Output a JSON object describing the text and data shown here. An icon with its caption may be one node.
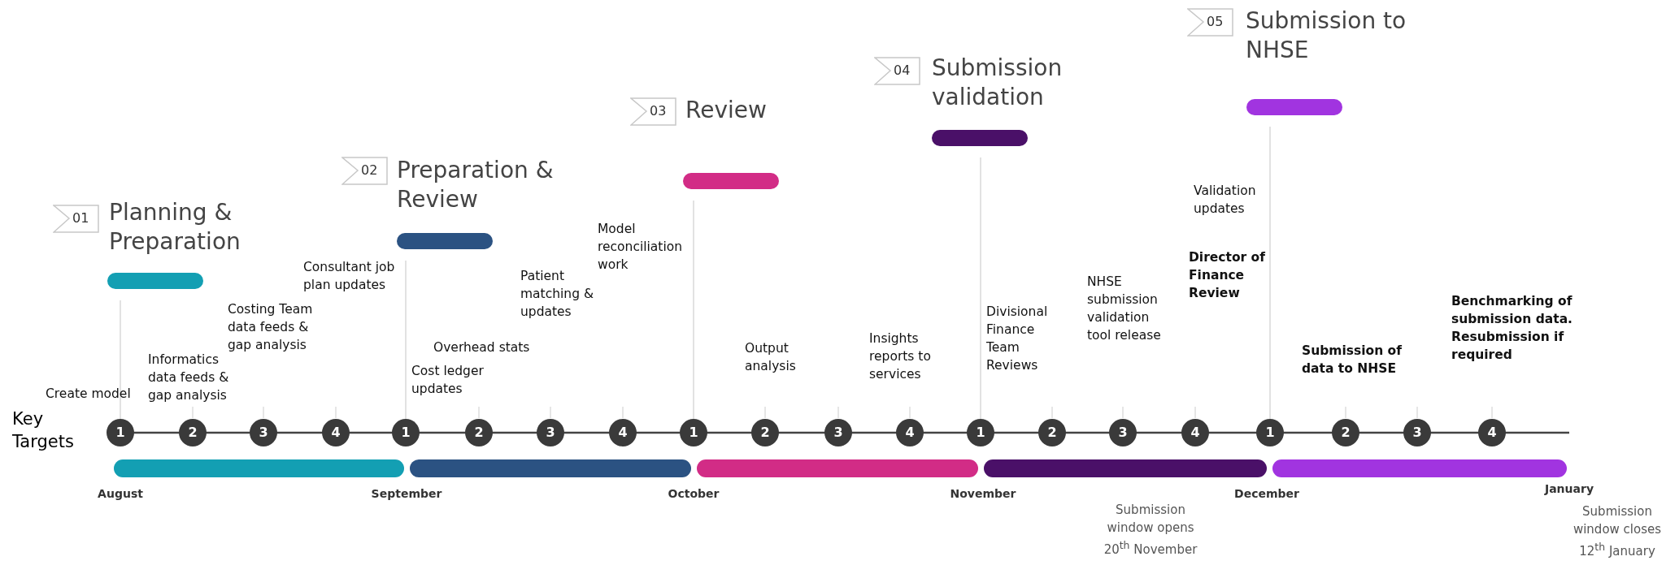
{
  "diagram": {
    "nodes": [
      {
        "text": [
          "01",
          "Planning & Preparation"
        ]
      },
      {
        "text": [
          "02",
          "Preparation & Review"
        ]
      },
      {
        "text": [
          "03",
          "Review"
        ]
      },
      {
        "text": [
          "04",
          "Submission validation"
        ]
      },
      {
        "text": [
          "05",
          "Submission to NHSE"
        ]
      },
      {
        "text": [
          "1"
        ]
      },
      {
        "text": [
          "2"
        ]
      },
      {
        "text": [
          "3"
        ]
      },
      {
        "text": [
          "4"
        ]
      },
      {
        "text": [
          "1"
        ]
      },
      {
        "text": [
          "2"
        ]
      },
      {
        "text": [
          "3"
        ]
      },
      {
        "text": [
          "4"
        ]
      },
      {
        "text": [
          "1"
        ]
      },
      {
        "text": [
          "2"
        ]
      },
      {
        "text": [
          "3"
        ]
      },
      {
        "text": [
          "4"
        ]
      },
      {
        "text": [
          "1"
        ]
      },
      {
        "text": [
          "2"
        ]
      },
      {
        "text": [
          "3"
        ]
      },
      {
        "text": [
          "4"
        ]
      },
      {
        "text": [
          "1"
        ]
      },
      {
        "text": [
          "2"
        ]
      },
      {
        "text": [
          "3"
        ]
      },
      {
        "text": [
          "4"
        ]
      },
      {
        "text": [],
        "shape": "bar"
      },
      {
        "text": [],
        "shape": "bar"
      },
      {
        "text": [],
        "shape": "bar"
      },
      {
        "text": [],
        "shape": "bar"
      },
      {
        "text": [],
        "shape": "bar"
      },
      {
        "text": [],
        "shape": "bar"
      },
      {
        "text": [],
        "shape": "bar"
      },
      {
        "text": [],
        "shape": "bar"
      },
      {
        "text": [],
        "shape": "bar"
      },
      {
        "text": [],
        "shape": "bar"
      }
    ],
    "edges": [
      {
        "from": 25,
        "to": 5,
        "arrow": "none"
      },
      {
        "from": 26,
        "to": 9,
        "arrow": "none"
      },
      {
        "from": 27,
        "to": 13,
        "arrow": "none"
      },
      {
        "from": 28,
        "to": 17,
        "arrow": "none"
      },
      {
        "from": 29,
        "to": 21,
        "arrow": "none"
      }
    ],
    "labels": [
      "Key Targets",
      "Create model",
      "Informatics data feeds & gap analysis",
      "Costing Team data feeds & gap analysis",
      "Consultant job plan updates",
      "Cost ledger updates",
      "Overhead stats",
      "Patient matching & updates",
      "Model reconciliation work",
      "Output analysis",
      "Insights reports to services",
      "Divisional Finance Team Reviews",
      "NHSE submission validation tool release",
      "Validation updates",
      "Director of Finance Review",
      "Submission of data to NHSE",
      "Benchmarking of submission data. Resubmission if required",
      "August",
      "September",
      "October",
      "November",
      "December",
      "January",
      "Submission window opens 20$^{th}$ November",
      "Submission window closes 12$^{th}$ January"
    ]
  }
}
